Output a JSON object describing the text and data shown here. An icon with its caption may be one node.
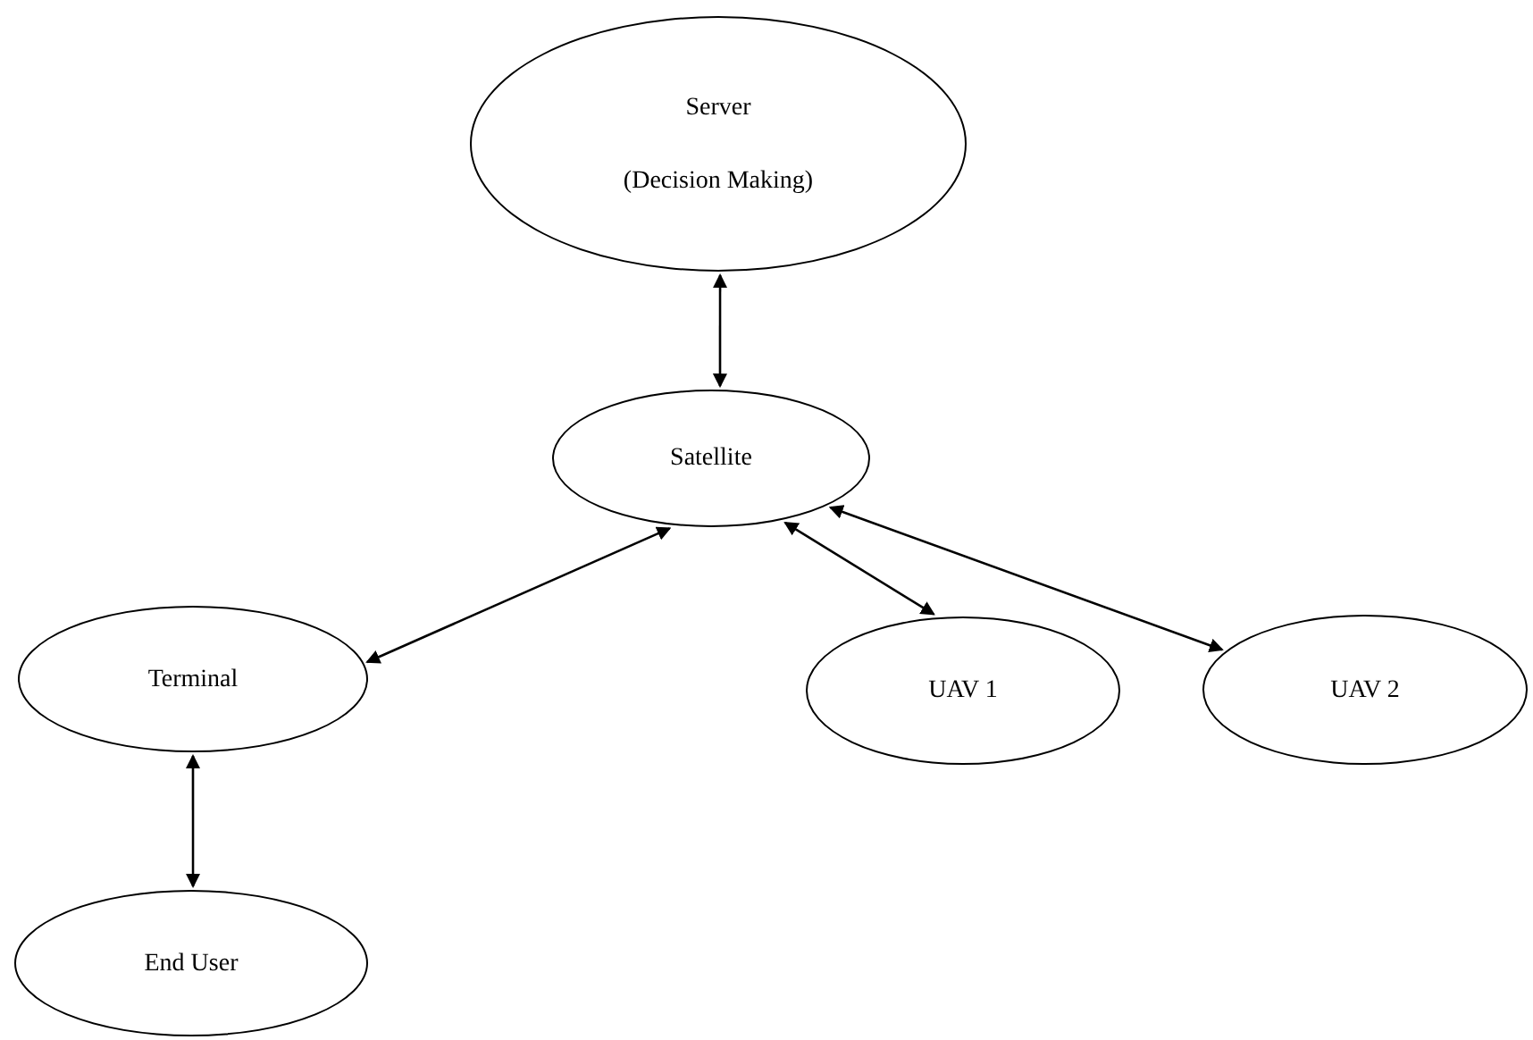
{
  "diagram": {
    "nodes": [
      {
        "text": [
          "Server",
          "(Decision Making)"
        ]
      },
      {
        "text": [
          "Satellite"
        ]
      },
      {
        "text": [
          "Terminal"
        ]
      },
      {
        "text": [
          "UAV 1"
        ]
      },
      {
        "text": [
          "UAV 2"
        ]
      },
      {
        "text": [
          "End User"
        ]
      }
    ],
    "edges": [
      {
        "from": 0,
        "to": 1,
        "arrow": "both"
      },
      {
        "from": 1,
        "to": 2,
        "arrow": "both"
      },
      {
        "from": 1,
        "to": 3,
        "arrow": "both"
      },
      {
        "from": 1,
        "to": 4,
        "arrow": "both"
      },
      {
        "from": 2,
        "to": 5,
        "arrow": "both"
      }
    ]
  }
}
